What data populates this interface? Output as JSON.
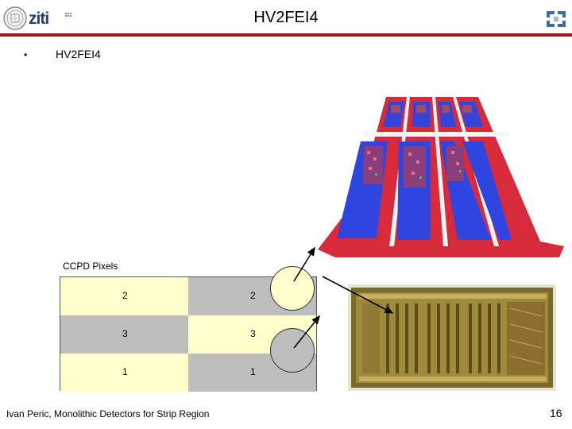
{
  "header": {
    "title": "HV2FEI4",
    "left_logo_text": "ziti",
    "brand_color": "#a3161c"
  },
  "content": {
    "bullet": "HV2FEI4"
  },
  "ccpd": {
    "label": "CCPD Pixels",
    "rows": [
      {
        "left": "2",
        "right": "2"
      },
      {
        "left": "3",
        "right": "3"
      },
      {
        "left": "1",
        "right": "1"
      }
    ]
  },
  "footer": {
    "text": "Ivan Peric, Monolithic Detectors for Strip Region",
    "page_number": "16"
  }
}
